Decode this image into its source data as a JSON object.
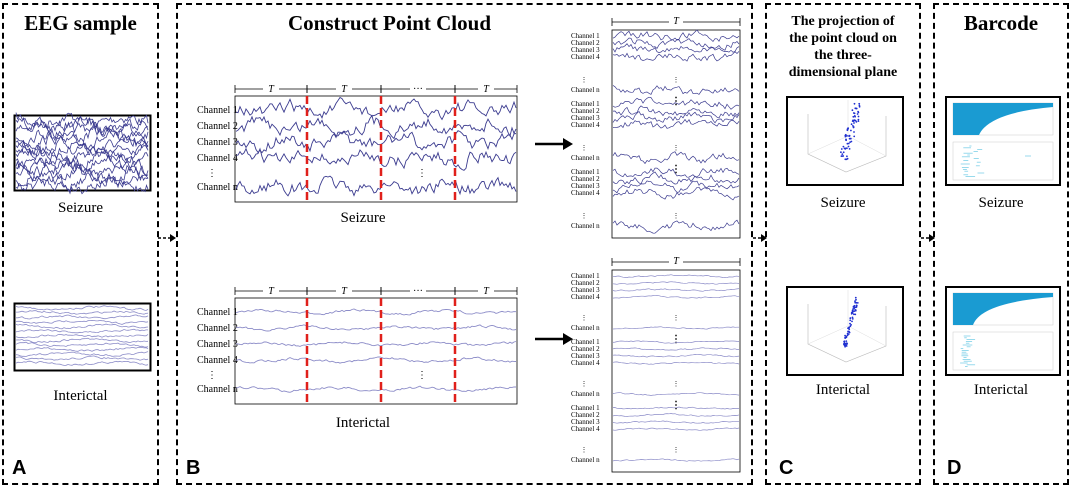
{
  "panels": {
    "a": {
      "title": "EEG sample",
      "letter": "A",
      "seizure": "Seizure",
      "interictal": "Interictal"
    },
    "b": {
      "title": "Construct Point Cloud",
      "letter": "B",
      "seizure": "Seizure",
      "interictal": "Interictal"
    },
    "c": {
      "title_lines": [
        "The projection of",
        "the point cloud on",
        "the three-",
        "dimensional plane"
      ],
      "letter": "C",
      "seizure": "Seizure",
      "interictal": "Interictal"
    },
    "d": {
      "title": "Barcode",
      "letter": "D",
      "seizure": "Seizure",
      "interictal": "Interictal"
    }
  },
  "segment_label": "T",
  "ellipsis": "···",
  "vdots": "⋮",
  "channel_labels": [
    "Channel 1",
    "Channel 2",
    "Channel 3",
    "Channel 4",
    "Channel n"
  ],
  "colors": {
    "seizure_wave": "#3b3b8f",
    "interictal_wave": "#8c8cc8",
    "divider": "#e0201b",
    "cloud": "#1f2fd0",
    "barcode": "#1a9bd2",
    "barcode_light": "#7fd0e8"
  }
}
